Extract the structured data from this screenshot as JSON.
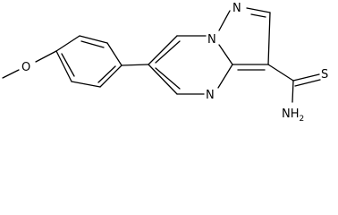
{
  "molecule": {
    "description_visible": false,
    "atoms": {
      "methoxy_oxygen": "O",
      "ring_nitrogen_top": "N",
      "ring_nitrogen_bridge": "N",
      "ring_nitrogen_bottom": "N",
      "thioamide_sulfur": "S",
      "amide_nitrogen": "NH",
      "amide_subscript": "2"
    },
    "colors": {
      "bond": "#000000",
      "label": "#000000",
      "background": "#ffffff"
    }
  }
}
